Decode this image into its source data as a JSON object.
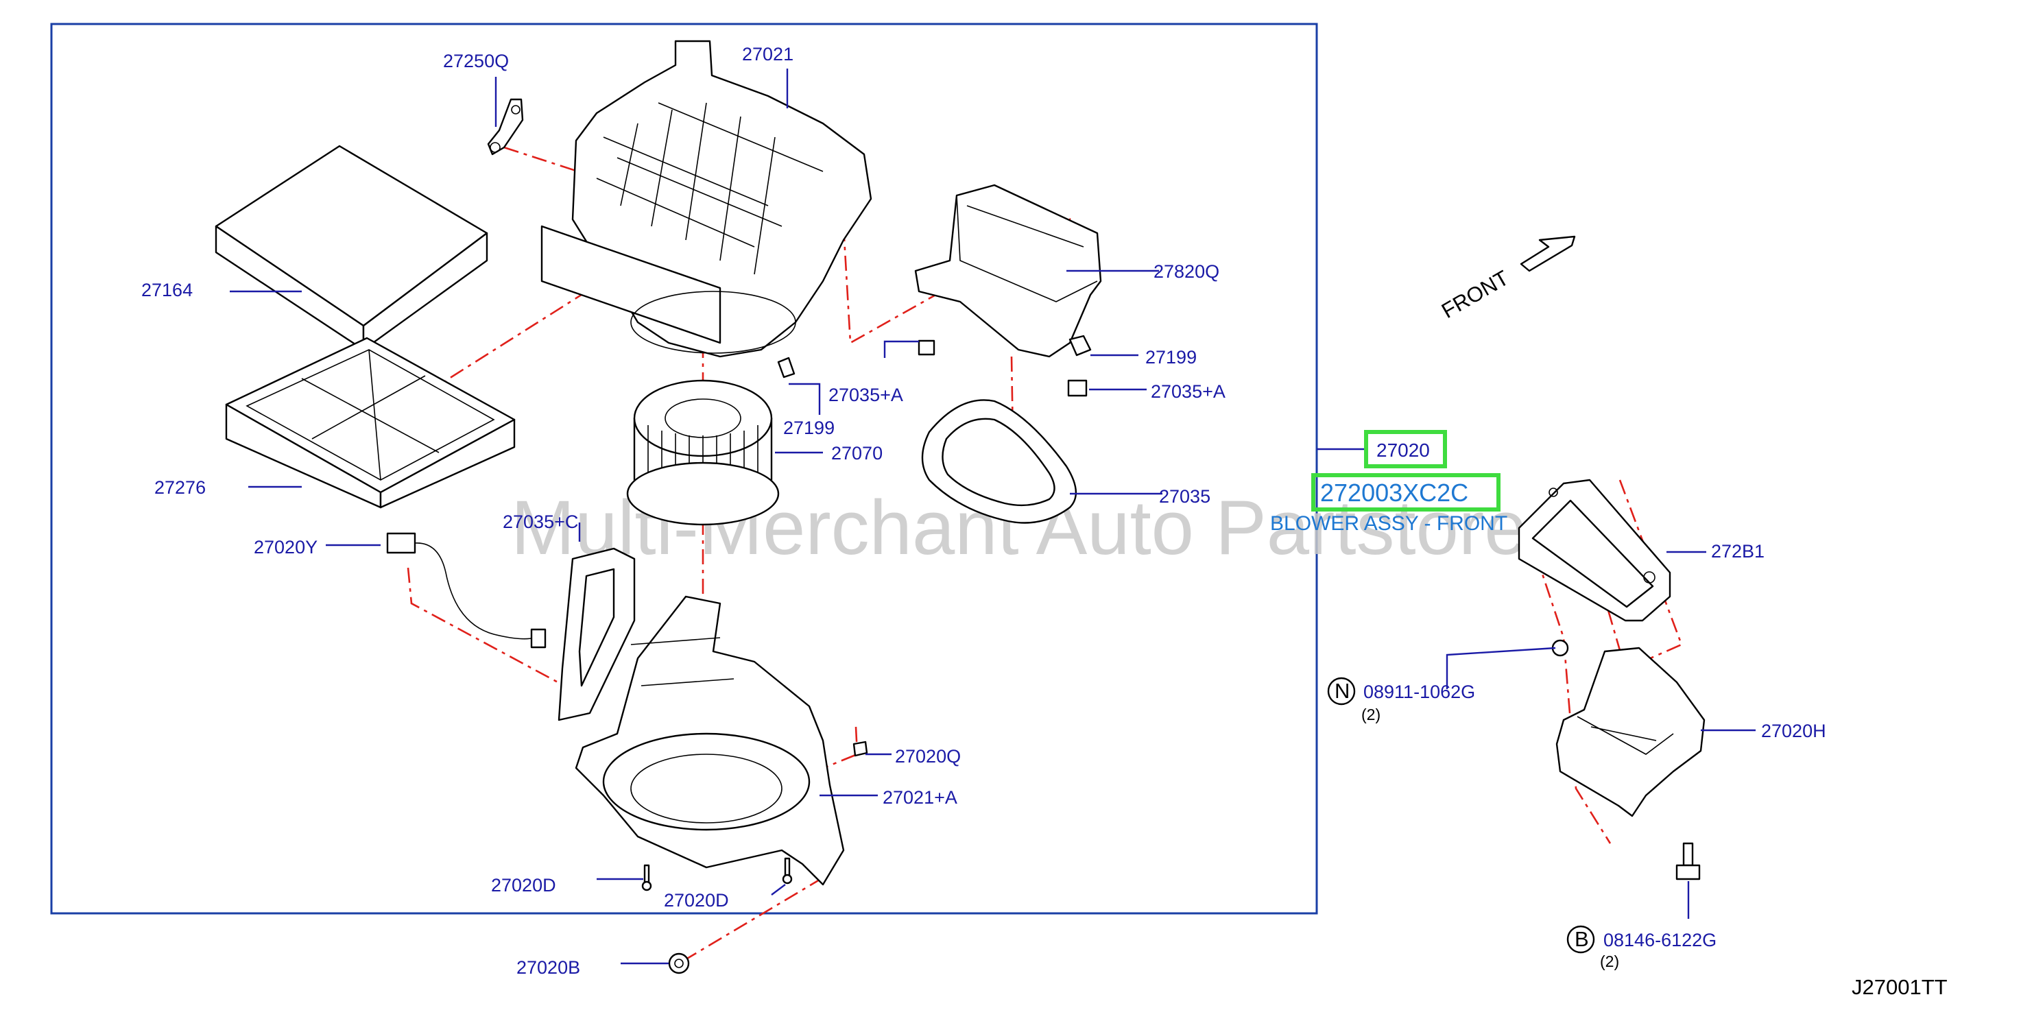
{
  "diagram": {
    "code": "J27001TT",
    "direction_label": "FRONT",
    "watermark": "Multi-Merchant Auto Partstore",
    "assembly": {
      "part_number": "27020",
      "oem_number": "272003XC2C",
      "description": "BLOWER ASSY - FRONT"
    },
    "callouts": [
      {
        "id": "c27250Q",
        "text": "27250Q"
      },
      {
        "id": "c27021",
        "text": "27021"
      },
      {
        "id": "c27164",
        "text": "27164"
      },
      {
        "id": "c27820Q",
        "text": "27820Q"
      },
      {
        "id": "c27199a",
        "text": "27199"
      },
      {
        "id": "c27035Aa",
        "text": "27035+A"
      },
      {
        "id": "c27035Ab",
        "text": "27035+A"
      },
      {
        "id": "c27199b",
        "text": "27199"
      },
      {
        "id": "c27070",
        "text": "27070"
      },
      {
        "id": "c27276",
        "text": "27276"
      },
      {
        "id": "c27035",
        "text": "27035"
      },
      {
        "id": "c27035C",
        "text": "27035+C"
      },
      {
        "id": "c27020Y",
        "text": "27020Y"
      },
      {
        "id": "c272B1",
        "text": "272B1"
      },
      {
        "id": "c08911",
        "text": "08911-1062G"
      },
      {
        "id": "c27020H",
        "text": "27020H"
      },
      {
        "id": "c27020Q",
        "text": "27020Q"
      },
      {
        "id": "c27021A",
        "text": "27021+A"
      },
      {
        "id": "c27020D1",
        "text": "27020D"
      },
      {
        "id": "c27020D2",
        "text": "27020D"
      },
      {
        "id": "c27020B",
        "text": "27020B"
      },
      {
        "id": "c08146",
        "text": "08146-6122G"
      }
    ],
    "fastener_badges": [
      {
        "letter": "N",
        "qty": "(2)"
      },
      {
        "letter": "B",
        "qty": "(2)"
      }
    ]
  }
}
